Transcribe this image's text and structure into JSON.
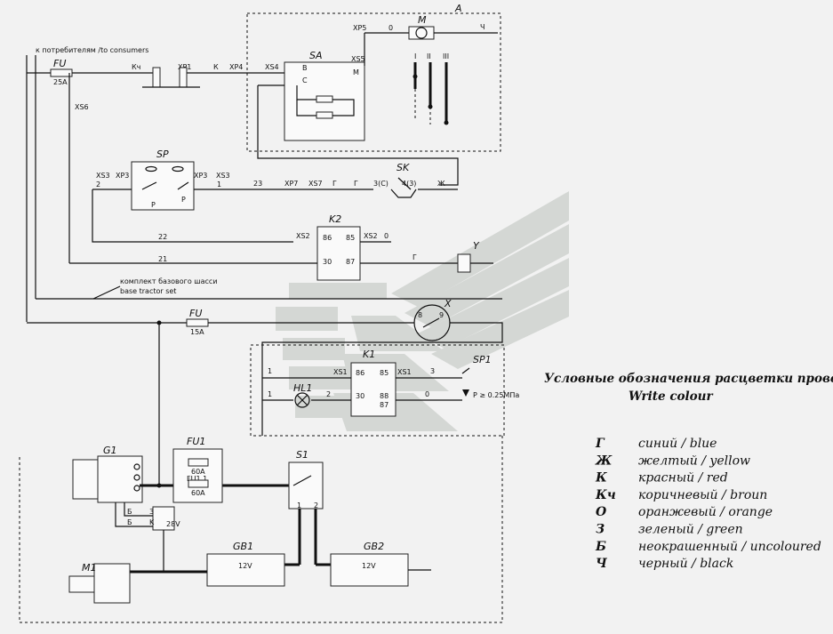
{
  "labels": {
    "consumers": "к потребителям /to consumers",
    "base_ru": "комплект базового шасси",
    "base_en": "base tractor set",
    "pressure": "P ≥ 0.25МПа"
  },
  "components": {
    "A": "A",
    "M": "M",
    "SA": "SA",
    "SP": "SP",
    "SK": "SK",
    "K2": "K2",
    "K1": "K1",
    "Y": "Y",
    "X": "X",
    "FU": "FU",
    "FU_rating": "25A",
    "FU2": "FU",
    "FU2_rating": "15A",
    "HL1": "HL1",
    "SP1": "SP1",
    "G1": "G1",
    "FU1": "FU1",
    "FU1_rating": "60A",
    "FU11": "FU1.1",
    "FU11_rating": "60A",
    "S1": "S1",
    "GB1": "GB1",
    "GB2": "GB2",
    "M1": "M1",
    "reg_voltage": "28V",
    "batt1_voltage": "12V",
    "batt2_voltage": "12V"
  },
  "connectors": {
    "XP5": "XP5",
    "XP1": "XP1",
    "XP4": "XP4",
    "XS4": "XS4",
    "XS5": "XS5",
    "XS6": "XS6",
    "XS3_left": "XS3",
    "XP3_left": "XP3",
    "XP3_right": "XP3",
    "XS3_right": "XS3",
    "XP7": "XP7",
    "XS7": "XS7",
    "XS2_left": "XS2",
    "XS2_right": "XS2",
    "XS1_left": "XS1",
    "XS1_right": "XS1"
  },
  "wires": {
    "kch": "Кч",
    "k": "К",
    "zero_motor": "0",
    "ch": "Ч",
    "n2": "2",
    "n1": "1",
    "n23": "23",
    "g1": "Г",
    "g2": "Г",
    "zh": "Ж",
    "n22": "22",
    "n21": "21",
    "g3": "Г",
    "zero_k2": "0",
    "n1_k1": "1",
    "n1_hl": "1",
    "n2_hl": "2",
    "n3": "3",
    "zero_k1": "0",
    "b1": "Б",
    "b2": "Б"
  },
  "pins": {
    "sa_b": "В",
    "sa_c": "С",
    "sa_m": "М",
    "p1": "P",
    "p2": "P",
    "sk_3c": "3(C)",
    "sk_43": "4(3)",
    "k2_86": "86",
    "k2_85": "85",
    "k2_30": "30",
    "k2_87": "87",
    "k1_86": "86",
    "k1_85": "85",
    "k1_30": "30",
    "k1_88": "88",
    "k1_87": "87",
    "x_8": "8",
    "x_9": "9",
    "pos_I": "I",
    "pos_II": "II",
    "pos_III": "III",
    "s1_1": "1",
    "s1_2": "2",
    "reg_3": "3",
    "reg_k": "K",
    "reg_b": "Б"
  },
  "legend": {
    "title_line1": "Условные обозначения расцветки проводов /",
    "title_line2": "Write colour",
    "items": [
      {
        "sym": "Г",
        "text": "синий / blue"
      },
      {
        "sym": "Ж",
        "text": "желтый / yellow"
      },
      {
        "sym": "К",
        "text": "красный / red"
      },
      {
        "sym": "Кч",
        "text": "коричневый / broun"
      },
      {
        "sym": "О",
        "text": "оранжевый / orange"
      },
      {
        "sym": "З",
        "text": "зеленый / green"
      },
      {
        "sym": "Б",
        "text": "неокрашенный / uncoloured"
      },
      {
        "sym": "Ч",
        "text": "черный / black"
      }
    ]
  },
  "colors": {
    "ink": "#111111",
    "watermark": "#c9cec9",
    "background": "#f2f2f2"
  }
}
